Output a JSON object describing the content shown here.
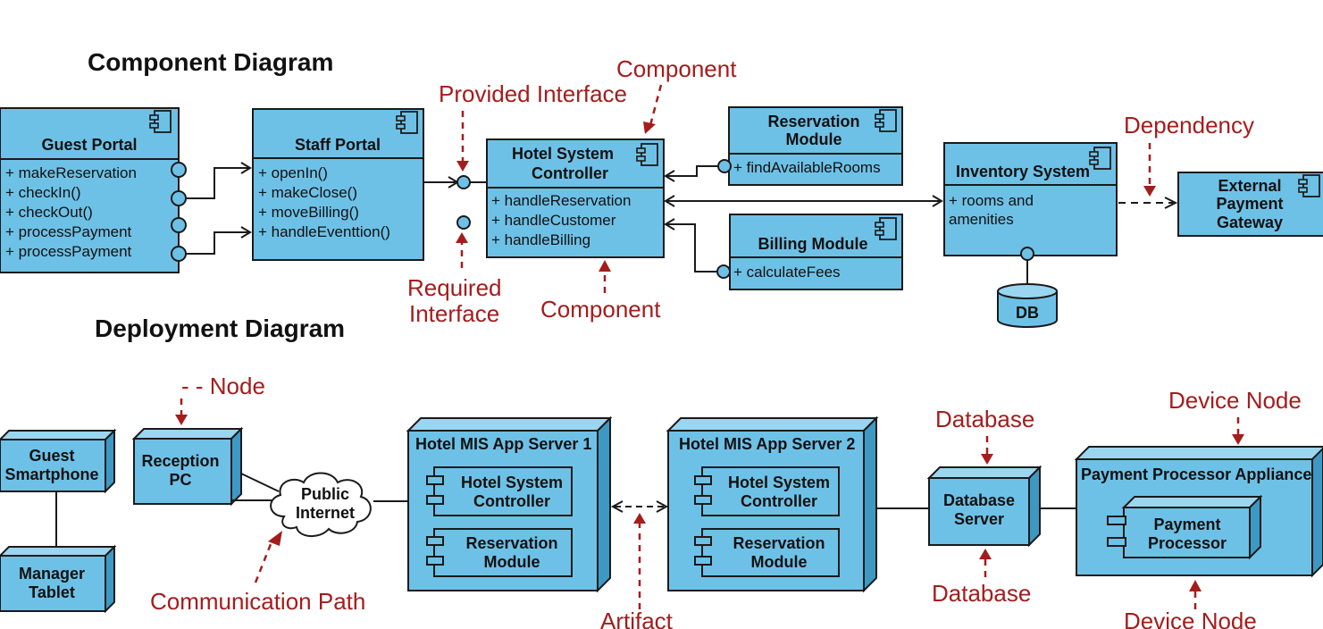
{
  "titles": {
    "component": "Component Diagram",
    "deployment": "Deployment Diagram"
  },
  "components": {
    "guest_portal": {
      "name": "Guest Portal",
      "ops": [
        "+ makeReservation",
        "+ checkIn()",
        "+ checkOut()",
        "+ processPayment",
        "+ processPayment"
      ]
    },
    "staff_portal": {
      "name": "Staff Portal",
      "ops": [
        "+ openIn()",
        "+ makeClose()",
        "+ moveBilling()",
        "+ handleEventtion()"
      ]
    },
    "hotel_controller": {
      "name_lines": [
        "Hotel System",
        "Controller"
      ],
      "ops": [
        "+ handleReservation",
        "+ handleCustomer",
        "+ handleBilling"
      ]
    },
    "reservation_module": {
      "name_lines": [
        "Reservation",
        "Module"
      ],
      "ops": [
        "+ findAvailableRooms"
      ]
    },
    "billing_module": {
      "name": "Billing Module",
      "ops": [
        "+ calculateFees"
      ]
    },
    "inventory_system": {
      "name": "Inventory System",
      "ops": [
        "+ rooms and",
        "amenities"
      ]
    },
    "external_gateway": {
      "name_lines": [
        "External",
        "Payment",
        "Gateway"
      ]
    },
    "db": "DB"
  },
  "component_annotations": {
    "component_top": "Component",
    "provided_interface": "Provided Interface",
    "dependency": "Dependency",
    "required_interface": [
      "Required",
      "Interface"
    ],
    "component_bottom": "Component"
  },
  "nodes": {
    "guest_smartphone": [
      "Guest",
      "Smartphone"
    ],
    "manager_tablet": [
      "Manager",
      "Tablet"
    ],
    "reception_pc": [
      "Reception",
      "PC"
    ],
    "public_internet": [
      "Public",
      "Internet"
    ],
    "app_server_1": {
      "name": "Hotel MIS App Server 1",
      "artifacts": [
        [
          "Hotel System",
          "Controller"
        ],
        [
          "Reservation",
          "Module"
        ]
      ]
    },
    "app_server_2": {
      "name": "Hotel MIS App Server 2",
      "artifacts": [
        [
          "Hotel System",
          "Controller"
        ],
        [
          "Reservation",
          "Module"
        ]
      ]
    },
    "database_server": [
      "Database",
      "Server"
    ],
    "payment_appliance": {
      "name": "Payment Processor Appliance",
      "artifact": [
        "Payment",
        "Processor"
      ]
    }
  },
  "deployment_annotations": {
    "node": "- - Node",
    "communication_path": "Communication Path",
    "artifact": "Artifact",
    "database_top": "Database",
    "database_bottom": "Database",
    "device_node_top": "Device Node",
    "device_node_bottom": "Device Node"
  }
}
